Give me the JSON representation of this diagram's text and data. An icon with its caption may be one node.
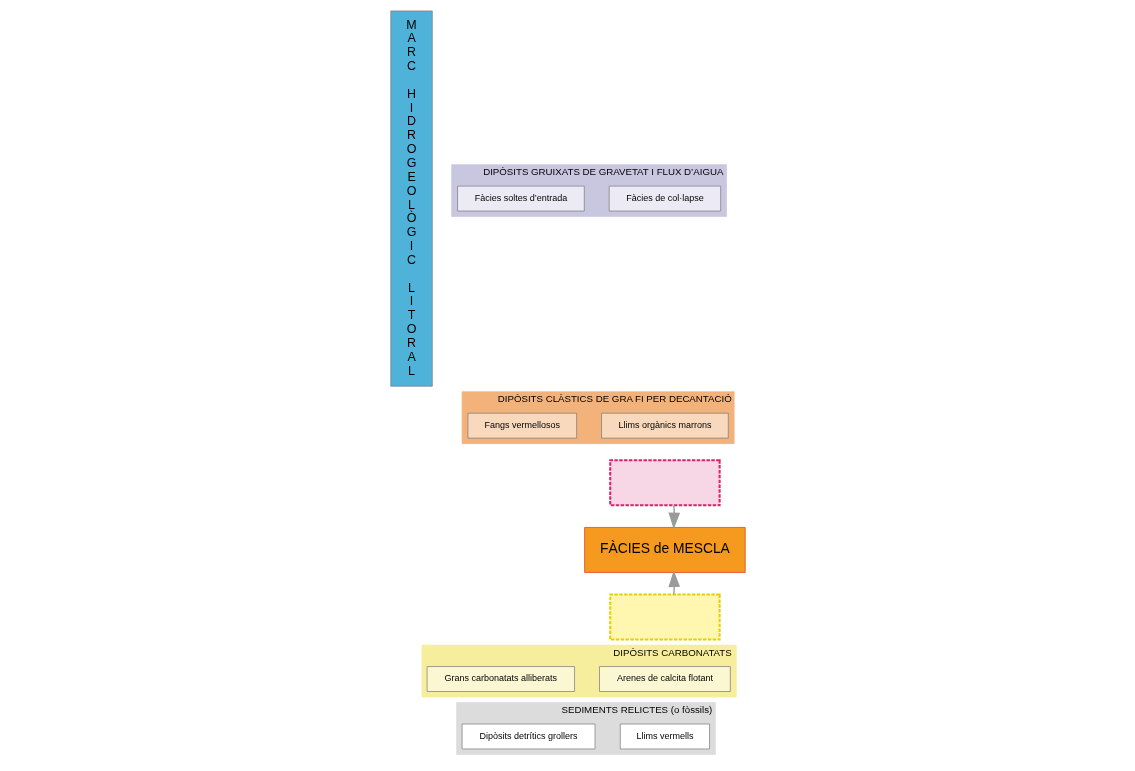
{
  "diagram": {
    "nodes": [
      {
        "text": [
          "MARC HIDROGEOLÒGIC LITORAL"
        ]
      },
      {
        "text": [],
        "shape": "box"
      },
      {
        "text": [
          "DIPÒSITS GRUIXATS DE GRAVETAT I FLUX D’AIGUA"
        ]
      },
      {
        "text": [
          "Fàcies de col·lapse"
        ],
        "in": 2
      },
      {
        "text": [
          "Fàcies soltes d’entrada"
        ],
        "in": 2
      },
      {
        "text": [
          "DIPÒSITS CLÀSTICS DE GRA FI PER DECANTACIÓ"
        ]
      },
      {
        "text": [
          "Llims orgànics marrons"
        ],
        "in": 5
      },
      {
        "text": [
          "Fangs vermellosos"
        ],
        "in": 5
      },
      {
        "text": [
          "FÀCIES de MESCLA"
        ]
      },
      {
        "text": [],
        "shape": "box"
      },
      {
        "text": [
          "DIPÒSITS CARBONATATS"
        ]
      },
      {
        "text": [
          "Arenes de calcita flotant"
        ],
        "in": 10
      },
      {
        "text": [
          "Grans carbonatats alliberats"
        ],
        "in": 10
      },
      {
        "text": [
          "SEDIMENTS RELICTES (o fòssils)"
        ]
      },
      {
        "text": [
          "Llims vermells"
        ],
        "in": 13
      },
      {
        "text": [
          "Dipòsits detrítics grollers"
        ],
        "in": 13
      }
    ],
    "edges": [
      {
        "from": 1,
        "to": 8,
        "arrow": "to"
      },
      {
        "from": 9,
        "to": 8,
        "arrow": "to"
      }
    ]
  }
}
